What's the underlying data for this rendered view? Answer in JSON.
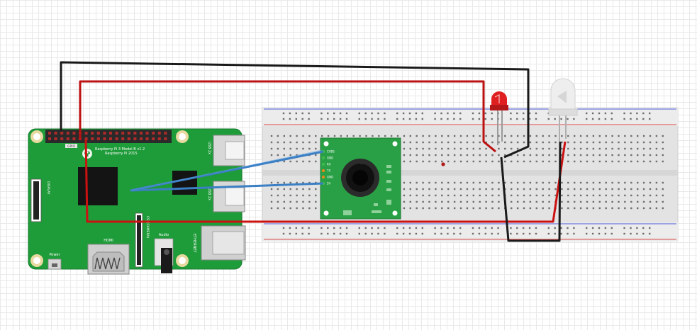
{
  "board": {
    "model": "Raspberry Pi 3 Model B v1.2",
    "copyright": "Raspberry Pi 2015",
    "gpio_label": "GPIO",
    "usb_label_top": "USB 2x",
    "usb_label_bottom": "USB 2x",
    "hdmi_label": "HDMI",
    "audio_label": "Audio",
    "ethernet_label": "ETHERNET",
    "power_label": "Power",
    "display_label": "DISPLAY",
    "camera_label": "CSI (CAMERA)"
  },
  "sensor": {
    "pins": [
      "CVBS",
      "GND",
      "RX",
      "TX",
      "GND",
      "5V"
    ]
  },
  "colors": {
    "pcb": "#1f9c3a",
    "wire_red": "#cc1111",
    "wire_black": "#1a1a1a",
    "wire_blue": "#3b7fc4",
    "rail_red": "#d94a4a",
    "rail_blue": "#4a5ad9",
    "led_red": "#e02020",
    "led_white": "#eeeeee"
  },
  "components": [
    "raspberry-pi",
    "breadboard",
    "camera-module",
    "red-led",
    "white-led"
  ]
}
